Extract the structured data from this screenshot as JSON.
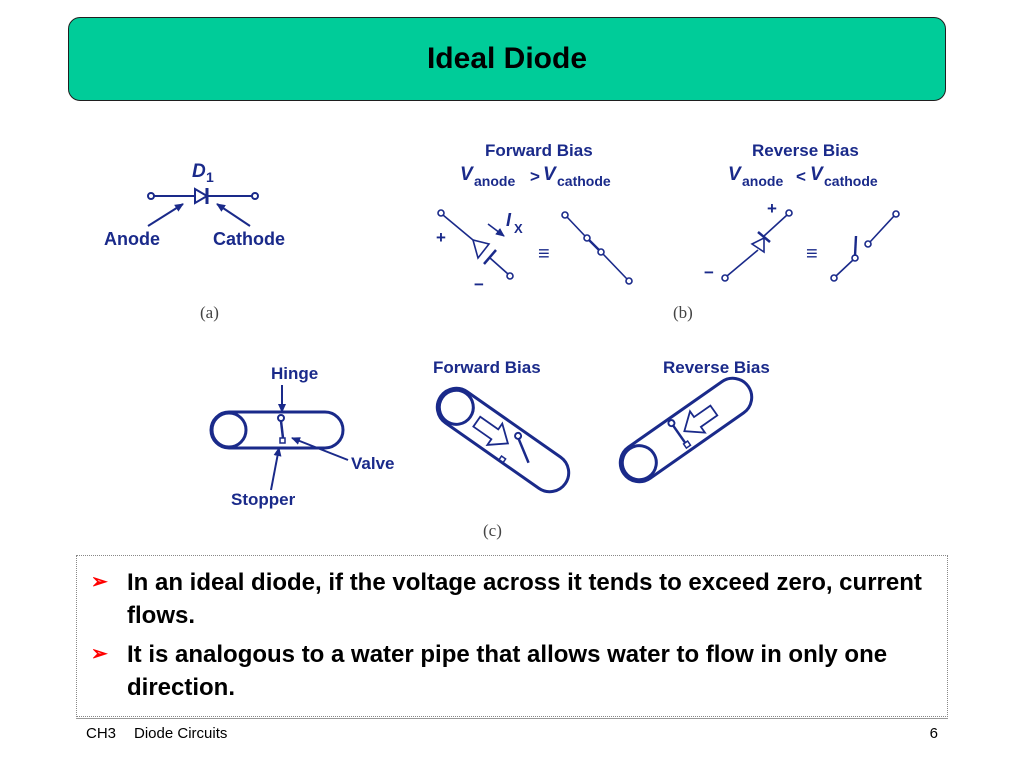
{
  "slide": {
    "title": "Ideal Diode",
    "footer_chapter": "CH3",
    "footer_course": "Diode Circuits",
    "page_number": "6"
  },
  "figure": {
    "diode_label": "D",
    "diode_sub": "1",
    "anode_label": "Anode",
    "cathode_label": "Cathode",
    "forward_bias_title": "Forward Bias",
    "reverse_bias_title": "Reverse Bias",
    "v_symbol": "V",
    "anode_sub": "anode",
    "cathode_sub": "cathode",
    "forward_cond": ">",
    "reverse_cond": "<",
    "i_symbol": "I",
    "i_sub": "X",
    "plus": "+",
    "minus": "−",
    "equiv": "≡",
    "sub_a": "(a)",
    "sub_b": "(b)",
    "sub_c": "(c)",
    "hinge_label": "Hinge",
    "valve_label": "Valve",
    "stopper_label": "Stopper",
    "water_forward_title": "Forward Bias",
    "water_reverse_title": "Reverse Bias"
  },
  "bullets": [
    "In an ideal diode, if the voltage across it tends to exceed zero, current flows.",
    "It is analogous to a water pipe that allows water to flow in only one direction."
  ],
  "colors": {
    "title_bg": "#00cc99",
    "diagram_blue": "#1a2a8a",
    "bullet_arrow": "#ff0000"
  }
}
